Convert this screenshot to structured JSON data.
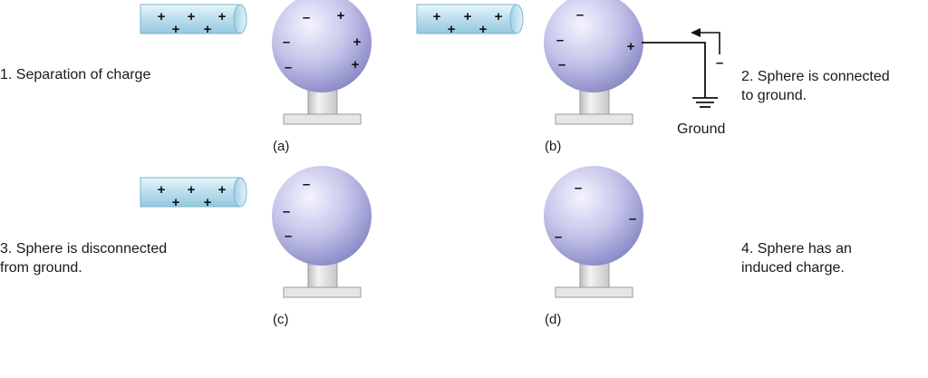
{
  "captions": {
    "step1": "1. Separation of charge",
    "step2": "2. Sphere is connected\nto ground.",
    "step3": "3. Sphere is disconnected\nfrom ground.",
    "step4": "4. Sphere has an\ninduced charge."
  },
  "panel_labels": {
    "a": "(a)",
    "b": "(b)",
    "c": "(c)",
    "d": "(d)"
  },
  "ground_label": "Ground",
  "charge_symbols": {
    "positive": "+",
    "negative": "–"
  },
  "colors": {
    "rod_fill": "#c9e6f3",
    "rod_edge": "#7ab6cf",
    "sphere_light": "#eeeefb",
    "sphere_dark": "#9898cf",
    "stand_fill": "#e6e6e6",
    "stand_edge": "#9a9a9a"
  }
}
